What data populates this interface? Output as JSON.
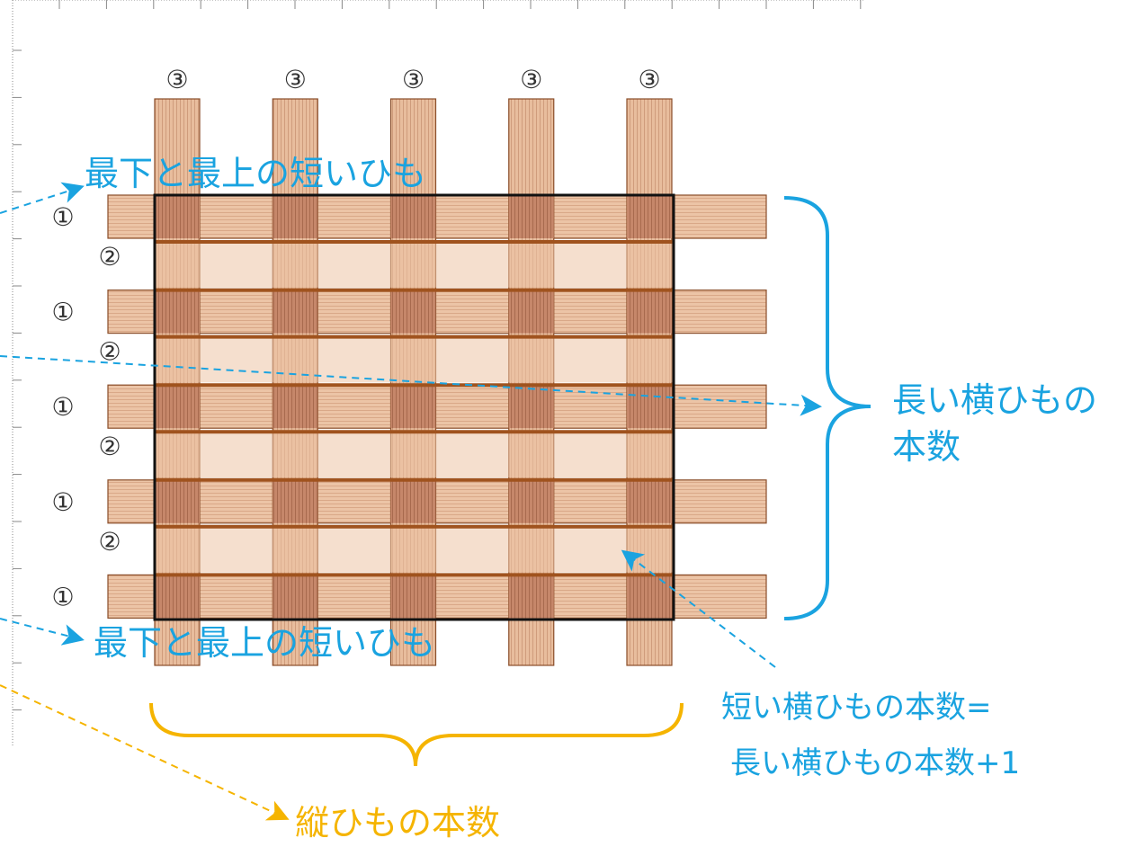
{
  "labels": {
    "vertical_strip_marker": "③",
    "long_strip_marker": "①",
    "short_strip_marker": "②",
    "top_short_label": "最下と最上の短いひも",
    "bottom_short_label": "最下と最上の短いひも",
    "long_count_line1": "長い横ひもの",
    "long_count_line2": "本数",
    "short_count_line1": "短い横ひもの本数=",
    "short_count_line2": "長い横ひもの本数+1",
    "vertical_count": "縦ひもの本数"
  },
  "counts": {
    "vertical_strips": 5,
    "long_horizontal_strips": 5,
    "short_horizontal_strips": 4
  },
  "colors": {
    "strip_light": "#ecc4a6",
    "strip_dark": "#c6876a",
    "strip_edge": "#8a4e2a",
    "short_strip": "#a0531e",
    "frame": "#111111",
    "blue_annotation": "#1aa3e0",
    "yellow_annotation": "#f5b400",
    "ruler": "#888888"
  }
}
